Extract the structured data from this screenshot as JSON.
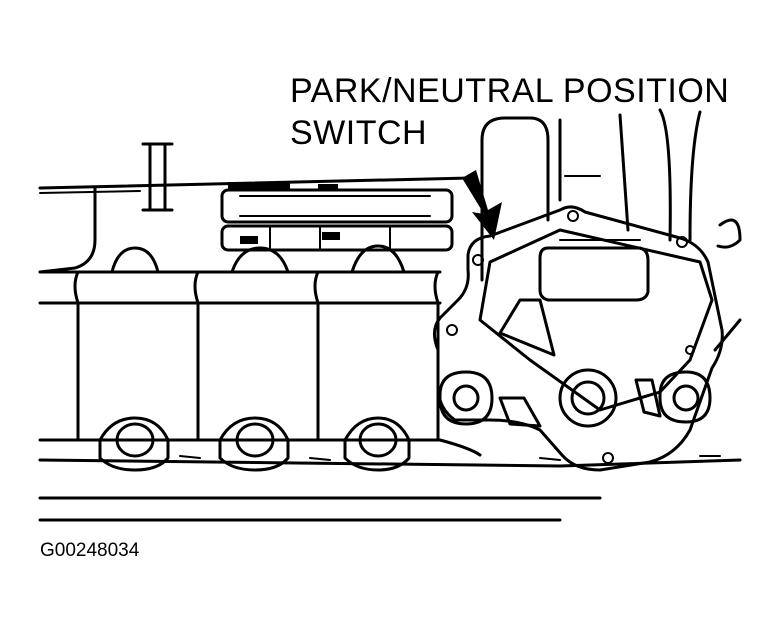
{
  "callout": {
    "line1": "PARK/NEUTRAL POSITION",
    "line2": "SWITCH"
  },
  "figure_id": "G00248034",
  "colors": {
    "ink": "#000000",
    "background": "#ffffff"
  },
  "icons": {
    "callout_pointer": "arrow-down-right-icon"
  }
}
